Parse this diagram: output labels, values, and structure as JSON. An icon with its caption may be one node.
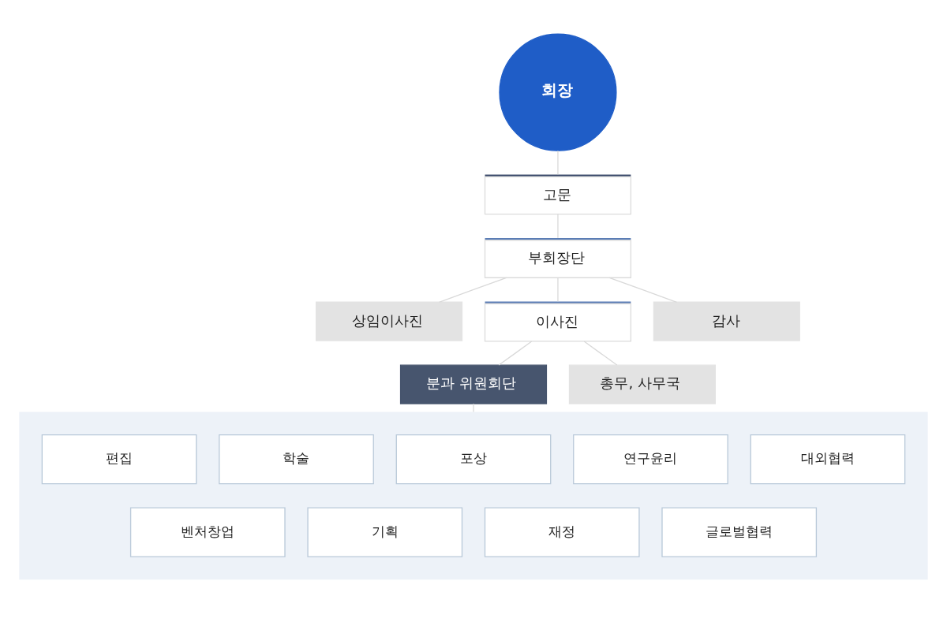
{
  "diagram": {
    "nodes": [
      {
        "text": [
          "회장"
        ]
      },
      {
        "text": [
          "고문"
        ]
      },
      {
        "text": [
          "부회장단"
        ]
      },
      {
        "text": [
          "상임이사진"
        ]
      },
      {
        "text": [
          "감사"
        ]
      },
      {
        "text": [
          "이사진"
        ]
      },
      {
        "text": [
          "총무, 사무국"
        ]
      },
      {
        "text": [
          "분과 위원회단"
        ]
      },
      {
        "text": [],
        "shape": "band"
      },
      {
        "text": [
          "편집"
        ],
        "in": 8
      },
      {
        "text": [
          "학술"
        ],
        "in": 8
      },
      {
        "text": [
          "포상"
        ],
        "in": 8
      },
      {
        "text": [
          "연구윤리"
        ],
        "in": 8
      },
      {
        "text": [
          "대외협력"
        ],
        "in": 8
      },
      {
        "text": [
          "벤처창업"
        ],
        "in": 8
      },
      {
        "text": [
          "기획"
        ],
        "in": 8
      },
      {
        "text": [
          "재정"
        ],
        "in": 8
      },
      {
        "text": [
          "글로벌협력"
        ],
        "in": 8
      }
    ],
    "edges": [
      {
        "from": 0,
        "to": 1,
        "arrow": "none"
      },
      {
        "from": 1,
        "to": 2,
        "arrow": "none"
      },
      {
        "from": 2,
        "to": 3,
        "arrow": "none"
      },
      {
        "from": 2,
        "to": 5,
        "arrow": "none"
      },
      {
        "from": 2,
        "to": 4,
        "arrow": "none"
      },
      {
        "from": 5,
        "to": 7,
        "arrow": "none"
      },
      {
        "from": 5,
        "to": 6,
        "arrow": "none"
      },
      {
        "from": 7,
        "to": 8,
        "arrow": "none"
      }
    ]
  }
}
